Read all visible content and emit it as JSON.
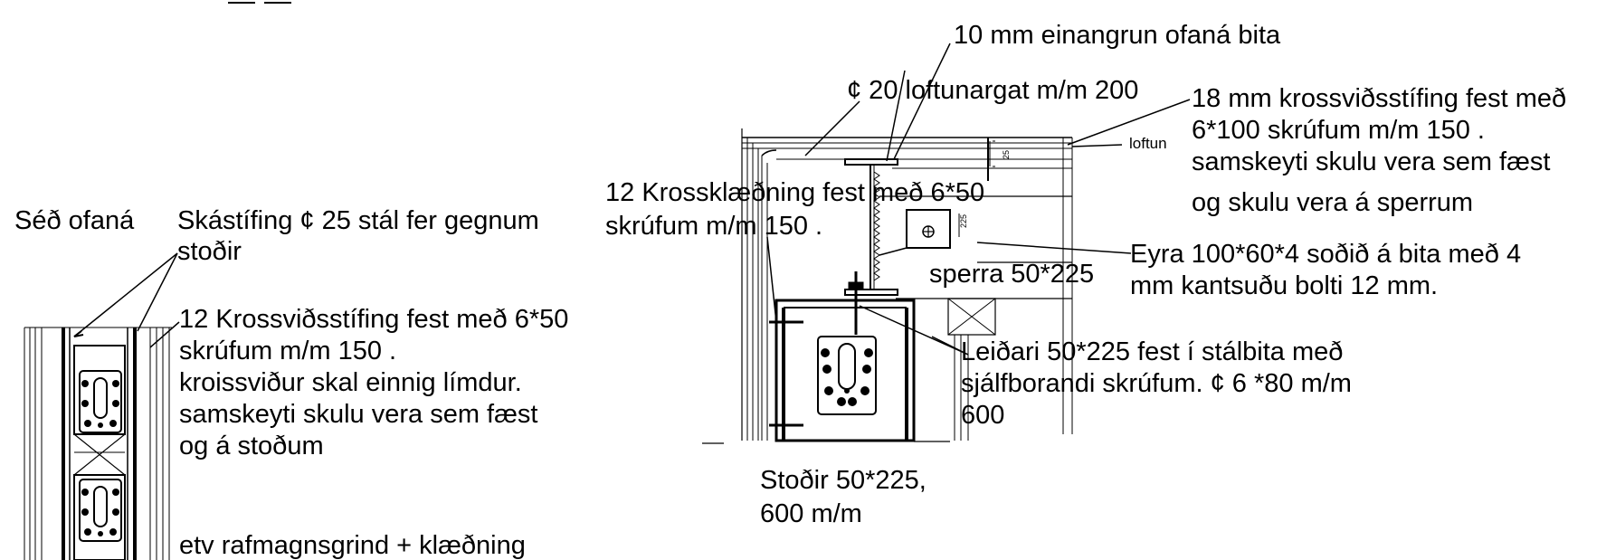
{
  "top_left": {
    "mark": "__. __"
  },
  "left_view": {
    "title": "Séð ofaná",
    "diag_brace": [
      "Skástífing ¢ 25 stál fer gegnum",
      "stoðir"
    ],
    "plywood_note": [
      "12 Krossviðsstífing fest með 6*50",
      "skrúfum m/m 150 .",
      "kroissviður skal einnig límdur.",
      "samskeyti skulu vera sem fæst",
      "og á stoðum"
    ],
    "electrical_note": "etv rafmagnsgrind + klæðning"
  },
  "section": {
    "insulation": "10 mm einangrun ofaná bita",
    "vent_hole": "¢ 20 loftunargat m/m 200",
    "ventilation_small": "loftun",
    "plywood_stiffening": [
      "18 mm krossviðsstífing fest með",
      "6*100 skrúfum m/m 150 .",
      "samskeyti skulu vera sem fæst",
      "og skulu vera á sperrum"
    ],
    "cladding": [
      "12 Krossklæðning fest með 6*50",
      "skrúfum m/m 150 ."
    ],
    "bracket": [
      "Eyra 100*60*4 soðið á bita með 4",
      "mm kantsuðu bolti 12 mm."
    ],
    "rafter": "sperra 50*225",
    "runner": [
      "Leiðari 50*225 fest í stálbita með",
      "sjálfborandi skrúfum. ¢ 6 *80 m/m",
      "600"
    ],
    "studs": [
      "Stoðir 50*225,",
      "600 m/m"
    ],
    "dim_25": "25",
    "dim_225": "225"
  }
}
